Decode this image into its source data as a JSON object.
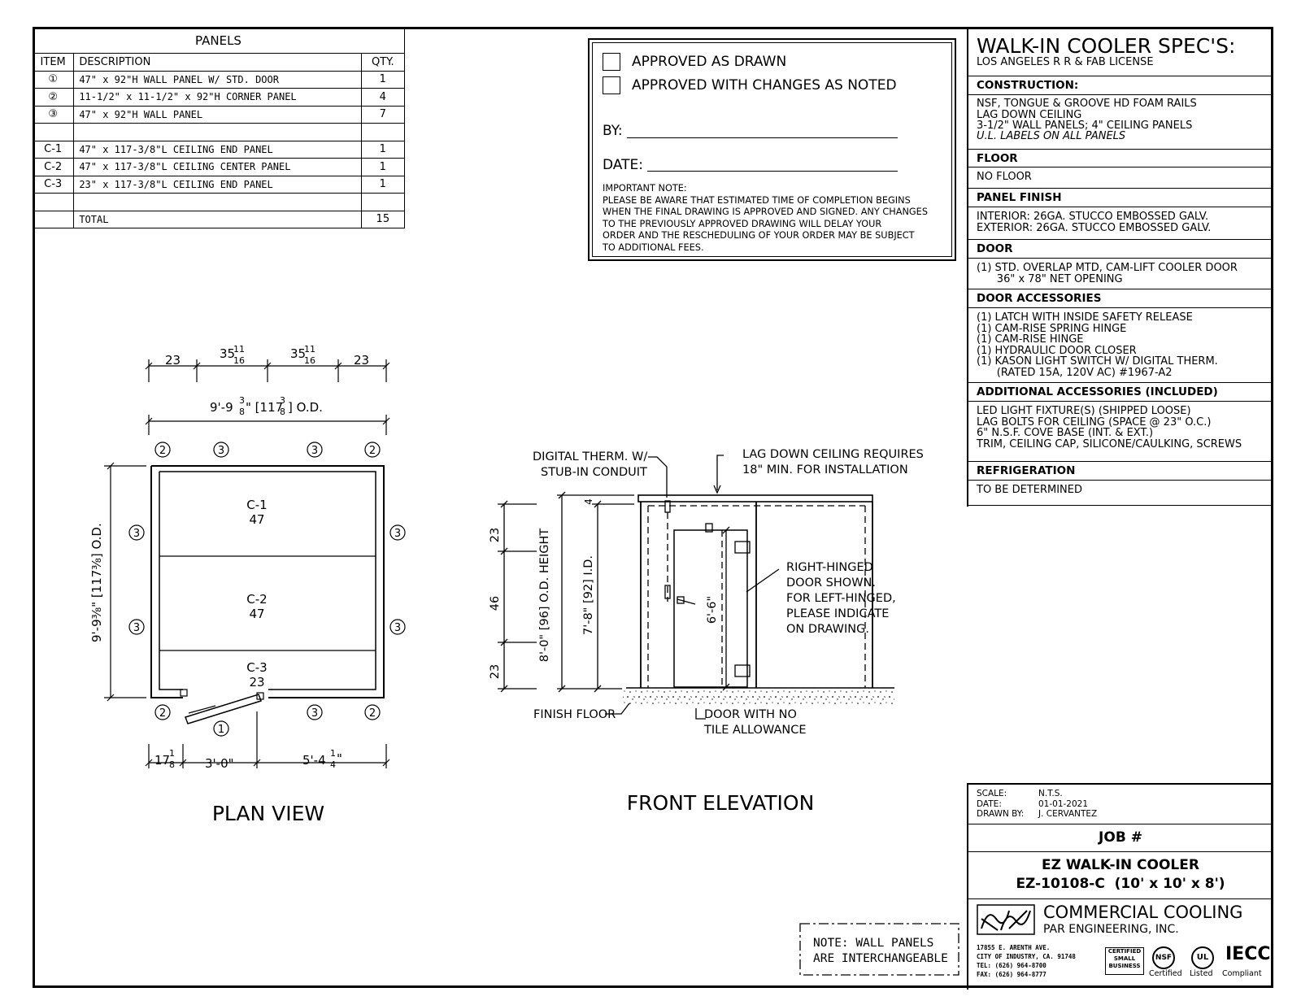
{
  "panels_table": {
    "title": "PANELS",
    "headers": {
      "item": "ITEM",
      "description": "DESCRIPTION",
      "qty": "QTY."
    },
    "rows": [
      {
        "item": "1",
        "description": "47\" x 92\"H WALL PANEL W/ STD. DOOR",
        "qty": "1"
      },
      {
        "item": "2",
        "description": "11-1/2\" x 11-1/2\" x 92\"H CORNER PANEL",
        "qty": "4"
      },
      {
        "item": "3",
        "description": "47\" x 92\"H WALL PANEL",
        "qty": "7"
      },
      {
        "item": "",
        "description": "",
        "qty": ""
      },
      {
        "item": "C-1",
        "description": "47\" x 117-3/8\"L CEILING END PANEL",
        "qty": "1"
      },
      {
        "item": "C-2",
        "description": "47\" x 117-3/8\"L CEILING CENTER PANEL",
        "qty": "1"
      },
      {
        "item": "C-3",
        "description": "23\" x 117-3/8\"L CEILING END PANEL",
        "qty": "1"
      },
      {
        "item": "",
        "description": "",
        "qty": ""
      },
      {
        "item": "",
        "description": "TOTAL",
        "qty": "15"
      }
    ]
  },
  "approval": {
    "option1": "APPROVED AS DRAWN",
    "option2": "APPROVED WITH CHANGES AS NOTED",
    "by_label": "BY:",
    "date_label": "DATE:",
    "note_lines": [
      "IMPORTANT NOTE:",
      "PLEASE BE AWARE THAT ESTIMATED TIME OF COMPLETION BEGINS",
      "WHEN THE FINAL DRAWING IS APPROVED AND SIGNED. ANY CHANGES",
      "TO THE PREVIOUSLY APPROVED DRAWING WILL DELAY YOUR",
      "ORDER AND THE RESCHEDULING OF YOUR ORDER MAY BE SUBJECT",
      "TO ADDITIONAL FEES."
    ]
  },
  "specs": {
    "title": "WALK-IN COOLER SPEC'S:",
    "subtitle": "LOS ANGELES R R & FAB LICENSE",
    "construction_h": "CONSTRUCTION:",
    "construction": "NSF, TONGUE & GROOVE HD FOAM RAILS\nLAG DOWN CEILING\n3-1/2\" WALL PANELS; 4\" CEILING PANELS",
    "construction_ul": "U.L. LABELS ON ALL PANELS",
    "floor_h": "FLOOR",
    "floor": "NO FLOOR",
    "finish_h": "PANEL FINISH",
    "finish": "INTERIOR: 26GA. STUCCO EMBOSSED GALV.\nEXTERIOR: 26GA. STUCCO EMBOSSED GALV.",
    "door_h": "DOOR",
    "door": "(1) STD. OVERLAP MTD, CAM-LIFT COOLER DOOR\n      36\" x 78\" NET OPENING",
    "door_acc_h": "DOOR ACCESSORIES",
    "door_acc": "(1) LATCH WITH INSIDE SAFETY RELEASE\n(1) CAM-RISE SPRING HINGE\n(1) CAM-RISE HINGE\n(1) HYDRAULIC DOOR CLOSER\n(1) KASON LIGHT SWITCH W/ DIGITAL THERM.\n      (RATED 15A, 120V AC) #1967-A2",
    "add_acc_h": "ADDITIONAL ACCESSORIES (INCLUDED)",
    "add_acc": "LED LIGHT FIXTURE(S) (SHIPPED LOOSE)\nLAG BOLTS FOR CEILING (SPACE @ 23\" O.C.)\n6\" N.S.F. COVE BASE (INT. & EXT.)\nTRIM, CEILING CAP, SILICONE/CAULKING, SCREWS",
    "refrig_h": "REFRIGERATION",
    "refrig": "TO BE DETERMINED"
  },
  "plan_view": {
    "label": "PLAN VIEW",
    "top_dims": [
      "23",
      "35",
      "11",
      "16",
      "35",
      "11",
      "16",
      "23"
    ],
    "od_dim_main": "9'-9",
    "od_dim_frac": "3/8",
    "od_dim_bracket": "\" [117",
    "od_dim_tail": "] O.D.",
    "side_dim": "9'-9⅜\" [117⅜] O.D.",
    "ceiling_panels": [
      {
        "name": "C-1",
        "width": "47"
      },
      {
        "name": "C-2",
        "width": "47"
      },
      {
        "name": "C-3",
        "width": "23"
      }
    ],
    "wall_markers": {
      "corner": "2",
      "wall": "3",
      "door": "1"
    },
    "bottom_dims": {
      "left_main": "17",
      "left_num": "1",
      "left_den": "8",
      "middle": "3'-0\"",
      "right_main": "5'-4",
      "right_num": "1",
      "right_den": "4",
      "right_tail": "\""
    }
  },
  "front_elevation": {
    "label": "FRONT ELEVATION",
    "therm_note": [
      "DIGITAL THERM. W/",
      "STUB-IN CONDUIT"
    ],
    "ceiling_note": [
      "LAG DOWN CEILING REQUIRES",
      "18\" MIN. FOR INSTALLATION"
    ],
    "hinge_note": [
      "RIGHT-HINGED",
      "DOOR SHOWN.",
      "FOR LEFT-HINGED,",
      "PLEASE INDICATE",
      "ON DRAWING."
    ],
    "door_note": [
      "DOOR WITH NO",
      "TILE ALLOWANCE"
    ],
    "finish_floor": "FINISH FLOOR",
    "left_dims": [
      "23",
      "46",
      "23"
    ],
    "od_height": "8'-0\" [96] O.D. HEIGHT",
    "id_height": "7'-8\" [92] I.D.",
    "ceiling_thk": "4",
    "door_height": "6'-6\""
  },
  "wall_note": [
    "NOTE: WALL PANELS",
    "ARE INTERCHANGEABLE"
  ],
  "title_block": {
    "scale_label": "SCALE:",
    "scale": "N.T.S.",
    "date_label": "DATE:",
    "date": "01-01-2021",
    "drawn_label": "DRAWN BY:",
    "drawn": "J. CERVANTEZ",
    "job": "JOB #",
    "product": "EZ WALK-IN COOLER",
    "model": "EZ-10108-C  (10' x 10' x 8')",
    "company": "COMMERCIAL COOLING",
    "company_sub": "PAR ENGINEERING, INC.",
    "address": [
      "17855 E. ARENTH AVE.",
      "CITY OF INDUSTRY, CA. 91748",
      "TEL: (626) 964-8700",
      "FAX: (626) 964-8777"
    ],
    "badges": [
      "CERTIFIED SMALL BUSINESS",
      "NSF",
      "UL",
      "IECC"
    ],
    "badge_captions": [
      "Certified",
      "Listed",
      "Compliant"
    ]
  }
}
